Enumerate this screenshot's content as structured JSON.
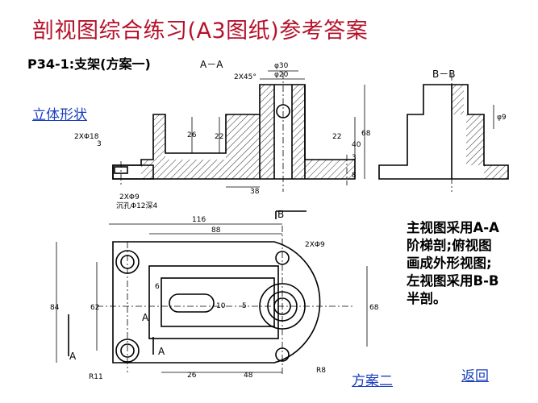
{
  "slide": {
    "title": "剖视图综合练习(A3图纸)参考答案",
    "subtitle": "P34-1:支架(方案一)"
  },
  "links": {
    "shape_3d": "立体形状",
    "option_two": "方案二",
    "back": "返回"
  },
  "description": "主视图采用A-A阶梯剖;俯视图画成外形视图;左视图采用B-B半剖。",
  "drawing": {
    "section_labels": {
      "front": "A－A",
      "side": "B－B",
      "b_marker": "B",
      "a_marker": "A"
    },
    "dimensions": [
      "φ30",
      "φ20",
      "2X45°",
      "2XΦ18",
      "3",
      "26",
      "22",
      "22",
      "40",
      "68",
      "3",
      "8",
      "38",
      "2XΦ9",
      "沉孔Φ12深4",
      "φ9",
      "116",
      "88",
      "2XΦ9",
      "6",
      "10",
      "5",
      "62",
      "84",
      "68",
      "R11",
      "R8",
      "26",
      "48"
    ]
  }
}
